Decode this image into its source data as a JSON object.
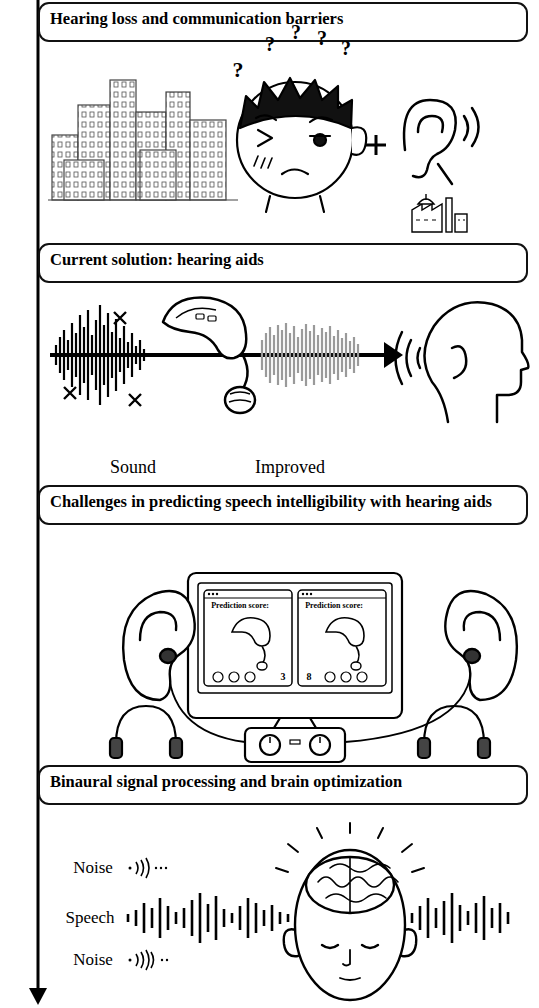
{
  "diagram": {
    "nodes": [
      {
        "text": [
          "Hearing loss and communication barriers"
        ]
      },
      {
        "text": [
          "Current solution: hearing aids"
        ]
      },
      {
        "text": [
          "Challenges in predicting speech intelligibility with hearing aids"
        ]
      },
      {
        "text": [
          "Binaural signal processing and brain optimization"
        ]
      }
    ],
    "labels": [
      "?",
      "?",
      "?",
      "?",
      "?",
      "Sound",
      "Improved",
      "Prediction score:",
      "Prediction score:",
      "3",
      "8",
      "Noise",
      "Speech",
      "Noise"
    ]
  }
}
